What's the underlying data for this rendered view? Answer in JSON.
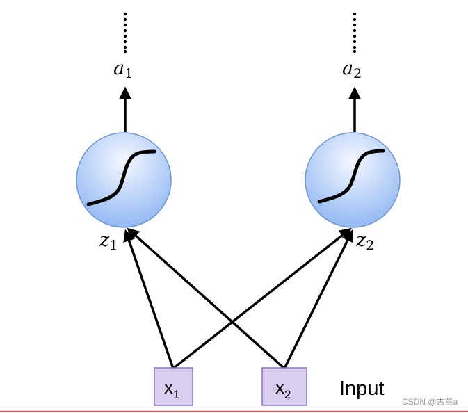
{
  "neurons": [
    {
      "id": "neuron-1",
      "output_base": "a",
      "output_sub": "1",
      "input_base": "z",
      "input_sub": "1"
    },
    {
      "id": "neuron-2",
      "output_base": "a",
      "output_sub": "2",
      "input_base": "z",
      "input_sub": "2"
    }
  ],
  "inputs": [
    {
      "id": "input-1",
      "base": "x",
      "sub": "1"
    },
    {
      "id": "input-2",
      "base": "x",
      "sub": "2"
    }
  ],
  "input_layer_label": "Input",
  "watermark": "CSDN @古董a",
  "colors": {
    "neuron_fill_top": "#eaf1fd",
    "neuron_fill_bottom": "#8fb6f3",
    "neuron_stroke": "#6e95cf",
    "input_box_fill": "#d9cdf0",
    "input_box_stroke": "#8c74b8",
    "baseline": "#d9534f"
  }
}
